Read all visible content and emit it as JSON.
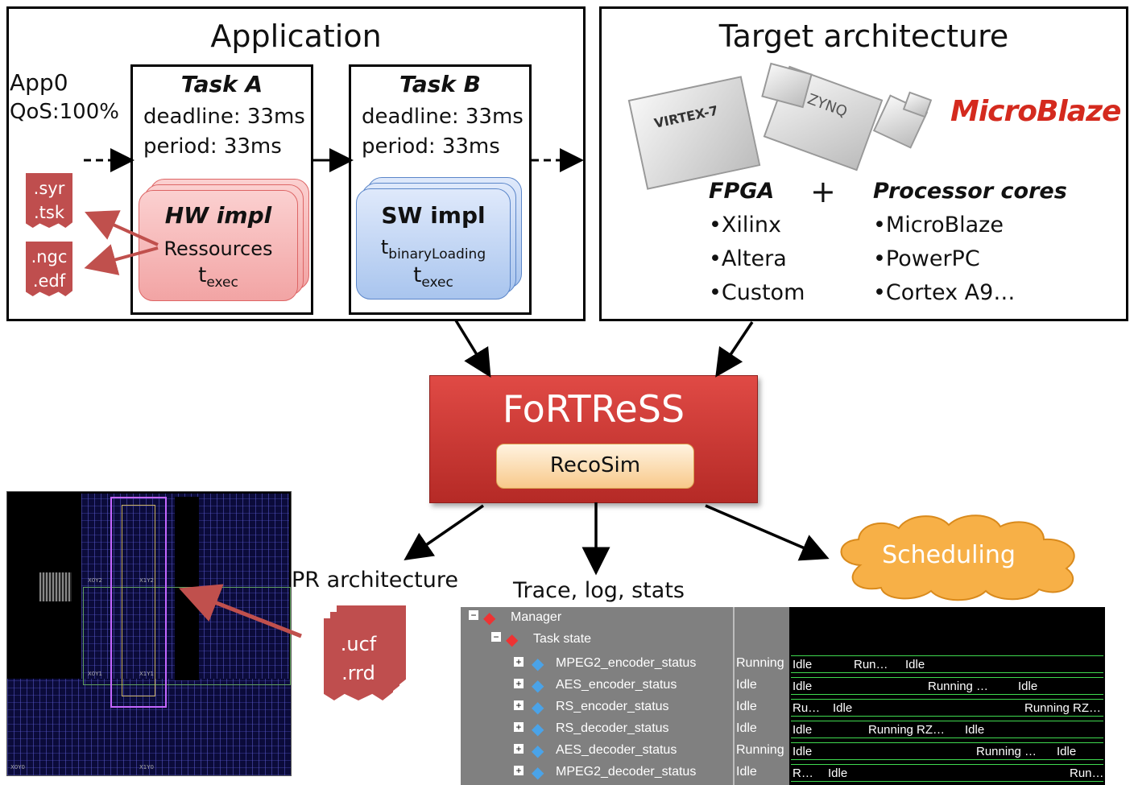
{
  "application": {
    "title": "Application",
    "app": "App0",
    "qos": "QoS:100%",
    "files_a": [
      ".syr",
      ".tsk"
    ],
    "files_b": [
      ".ngc",
      ".edf"
    ],
    "task_a": {
      "name": "Task A",
      "deadline": "deadline: 33ms",
      "period": "period: 33ms",
      "impl": "HW impl",
      "line1": "Ressources",
      "t": "t",
      "t_sub": "exec"
    },
    "task_b": {
      "name": "Task B",
      "deadline": "deadline: 33ms",
      "period": "period: 33ms",
      "impl": "SW impl",
      "t1": "t",
      "t1_sub": "binaryLoading",
      "t2": "t",
      "t2_sub": "exec"
    }
  },
  "target": {
    "title": "Target architecture",
    "brand": "MicroBlaze",
    "chip1": "VIRTEX-7",
    "chip2": "ZYNQ",
    "fpga_title": "FPGA",
    "plus": "+",
    "fpga_items": [
      "•Xilinx",
      "•Altera",
      "•Custom"
    ],
    "proc_title": "Processor cores",
    "proc_items": [
      "•MicroBlaze",
      "•PowerPC",
      "•Cortex A9…"
    ]
  },
  "fortress": {
    "title": "FoRTReSS",
    "recosim": "RecoSim"
  },
  "outputs": {
    "pr_label": "PR architecture",
    "pr_files": [
      ".ucf",
      ".rrd"
    ],
    "trace_label": "Trace, log, stats",
    "scheduling": "Scheduling"
  },
  "floorplan": {
    "labels": [
      "X0Y2",
      "X1Y2",
      "X0Y1",
      "X1Y1",
      "X0Y0",
      "X1Y0"
    ]
  },
  "trace": {
    "manager": "Manager",
    "task_state": "Task state",
    "signals": [
      {
        "name": "MPEG2_encoder_status",
        "value": "Running",
        "wave": "Idle … Run… … Idle"
      },
      {
        "name": "AES_encoder_status",
        "value": "Idle",
        "wave": "Idle … Running … Idle"
      },
      {
        "name": "RS_encoder_status",
        "value": "Idle",
        "wave": "Ru… Idle … Running RZ…"
      },
      {
        "name": "RS_decoder_status",
        "value": "Idle",
        "wave": "Idle … Running RZ… Idle"
      },
      {
        "name": "AES_decoder_status",
        "value": "Running",
        "wave": "Idle … Running … Idle"
      },
      {
        "name": "MPEG2_decoder_status",
        "value": "Idle",
        "wave": "R… Idle … Run…"
      }
    ]
  },
  "colors": {
    "fortress_red": "#c9302c",
    "hw_pink": "#f2a4a4",
    "sw_blue": "#a9c5ee",
    "file_red": "#bf4e4e",
    "cloud_orange": "#f7b047"
  }
}
